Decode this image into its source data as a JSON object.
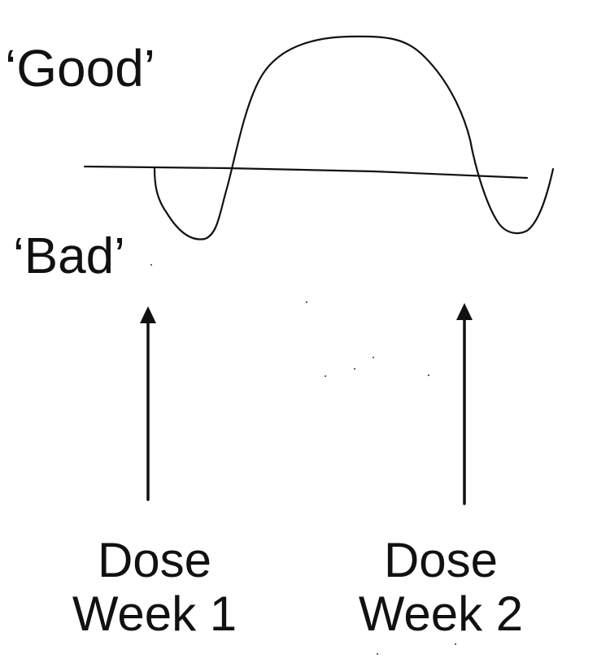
{
  "labels": {
    "good": "‘Good’",
    "bad": "‘Bad’"
  },
  "doses": [
    {
      "line1": "Dose",
      "line2": "Week 1"
    },
    {
      "line1": "Dose",
      "line2": "Week 2"
    }
  ],
  "colors": {
    "ink": "#111111",
    "background": "#ffffff"
  }
}
